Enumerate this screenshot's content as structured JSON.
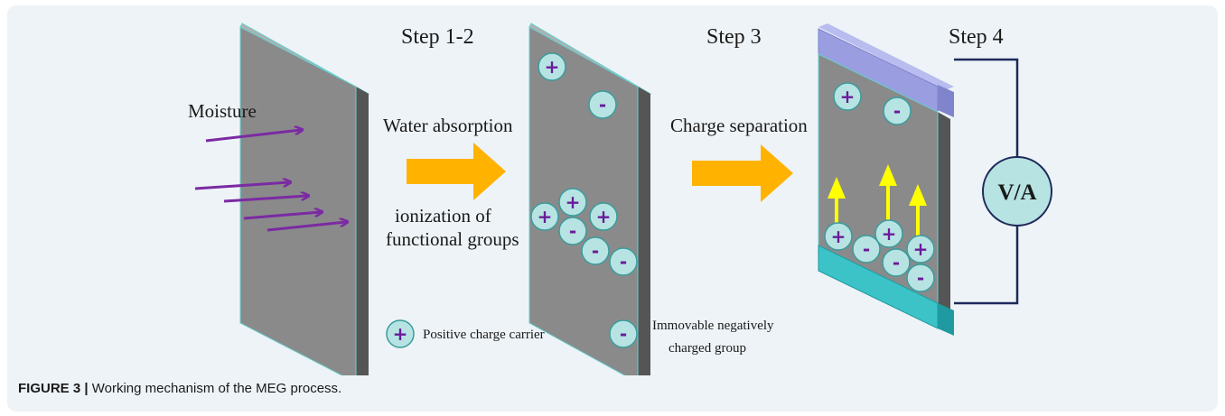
{
  "steps": {
    "step_1_2": "Step 1-2",
    "step_3": "Step 3",
    "step_4": "Step 4"
  },
  "labels": {
    "moisture": "Moisture",
    "water_absorption": "Water absorption",
    "ionization_line1": "ionization of",
    "ionization_line2": "functional groups",
    "charge_separation": "Charge separation",
    "meter": "V/A"
  },
  "symbols": {
    "positive": "+",
    "negative": "-"
  },
  "legend": {
    "positive": "Positive charge carrier",
    "negative_line1": "Immovable negatively",
    "negative_line2": "charged group"
  },
  "caption": {
    "label": "FIGURE 3 |",
    "text": " Working mechanism of the MEG process."
  },
  "colors": {
    "panel_front": "#8a8a8a",
    "panel_side": "#555555",
    "panel_top": "#b0b0b0",
    "panel_edge": "#66d0d0",
    "ion_fill": "#b7e3e3",
    "ion_stroke": "#3a9c9c",
    "sign": "#6a1b9a",
    "moisture_arrow": "#7b2aa3",
    "process_arrow": "#ffb300",
    "migration_arrow": "#ffff00",
    "top_electrode": "#9a9ee0",
    "bottom_electrode": "#3cc3c8",
    "wire": "#1e2a5a",
    "figure_bg": "#eef3f7"
  }
}
